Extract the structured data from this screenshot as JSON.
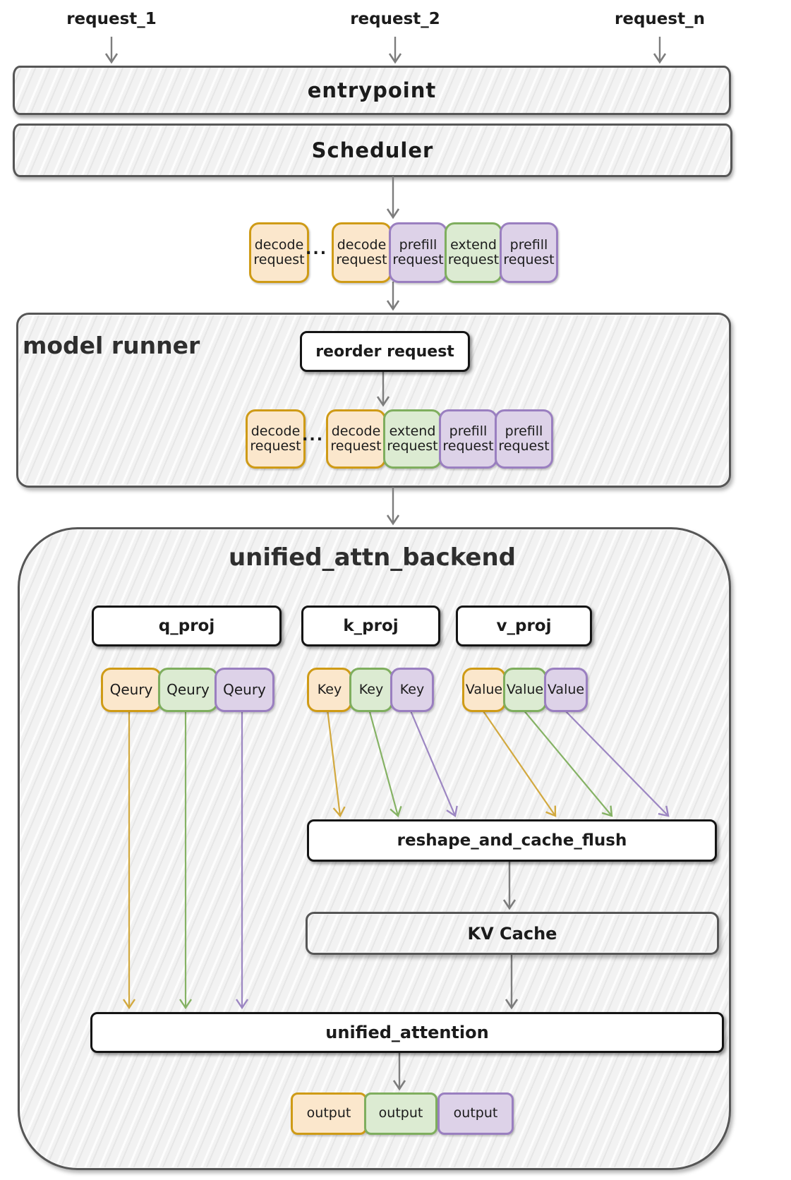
{
  "colors": {
    "orange_fill": "#fbe7cc",
    "orange_border": "#cf9b16",
    "green_fill": "#dcebd2",
    "green_border": "#7fae5e",
    "purple_fill": "#ddd2e8",
    "purple_border": "#9a7fc0",
    "arrow_gray": "#7d7d7d",
    "container_border": "#565656",
    "box_border": "#141414"
  },
  "requests": {
    "labels": [
      "request_1",
      "request_2",
      "request_n"
    ]
  },
  "entrypoint": {
    "label": "entrypoint"
  },
  "scheduler": {
    "label": "Scheduler"
  },
  "scheduled_row": {
    "ellipsis": "...",
    "items": [
      {
        "line1": "decode",
        "line2": "request",
        "color": "orange"
      },
      {
        "line1": "decode",
        "line2": "request",
        "color": "orange"
      },
      {
        "line1": "prefill",
        "line2": "request",
        "color": "purple"
      },
      {
        "line1": "extend",
        "line2": "request",
        "color": "green"
      },
      {
        "line1": "prefill",
        "line2": "request",
        "color": "purple"
      }
    ]
  },
  "model_runner": {
    "title": "model runner",
    "reorder_label": "reorder request",
    "ellipsis": "...",
    "items": [
      {
        "line1": "decode",
        "line2": "request",
        "color": "orange"
      },
      {
        "line1": "decode",
        "line2": "request",
        "color": "orange"
      },
      {
        "line1": "extend",
        "line2": "request",
        "color": "green"
      },
      {
        "line1": "prefill",
        "line2": "request",
        "color": "purple"
      },
      {
        "line1": "prefill",
        "line2": "request",
        "color": "purple"
      }
    ]
  },
  "backend": {
    "title": "unified_attn_backend",
    "projections": [
      {
        "label": "q_proj"
      },
      {
        "label": "k_proj"
      },
      {
        "label": "v_proj"
      }
    ],
    "query_tokens": [
      {
        "label": "Qeury",
        "color": "orange"
      },
      {
        "label": "Qeury",
        "color": "green"
      },
      {
        "label": "Qeury",
        "color": "purple"
      }
    ],
    "key_tokens": [
      {
        "label": "Key",
        "color": "orange"
      },
      {
        "label": "Key",
        "color": "green"
      },
      {
        "label": "Key",
        "color": "purple"
      }
    ],
    "value_tokens": [
      {
        "label": "Value",
        "color": "orange"
      },
      {
        "label": "Value",
        "color": "green"
      },
      {
        "label": "Value",
        "color": "purple"
      }
    ],
    "reshape_label": "reshape_and_cache_flush",
    "kv_cache_label": "KV Cache",
    "attention_label": "unified_attention",
    "outputs": [
      {
        "label": "output",
        "color": "orange"
      },
      {
        "label": "output",
        "color": "green"
      },
      {
        "label": "output",
        "color": "purple"
      }
    ]
  }
}
